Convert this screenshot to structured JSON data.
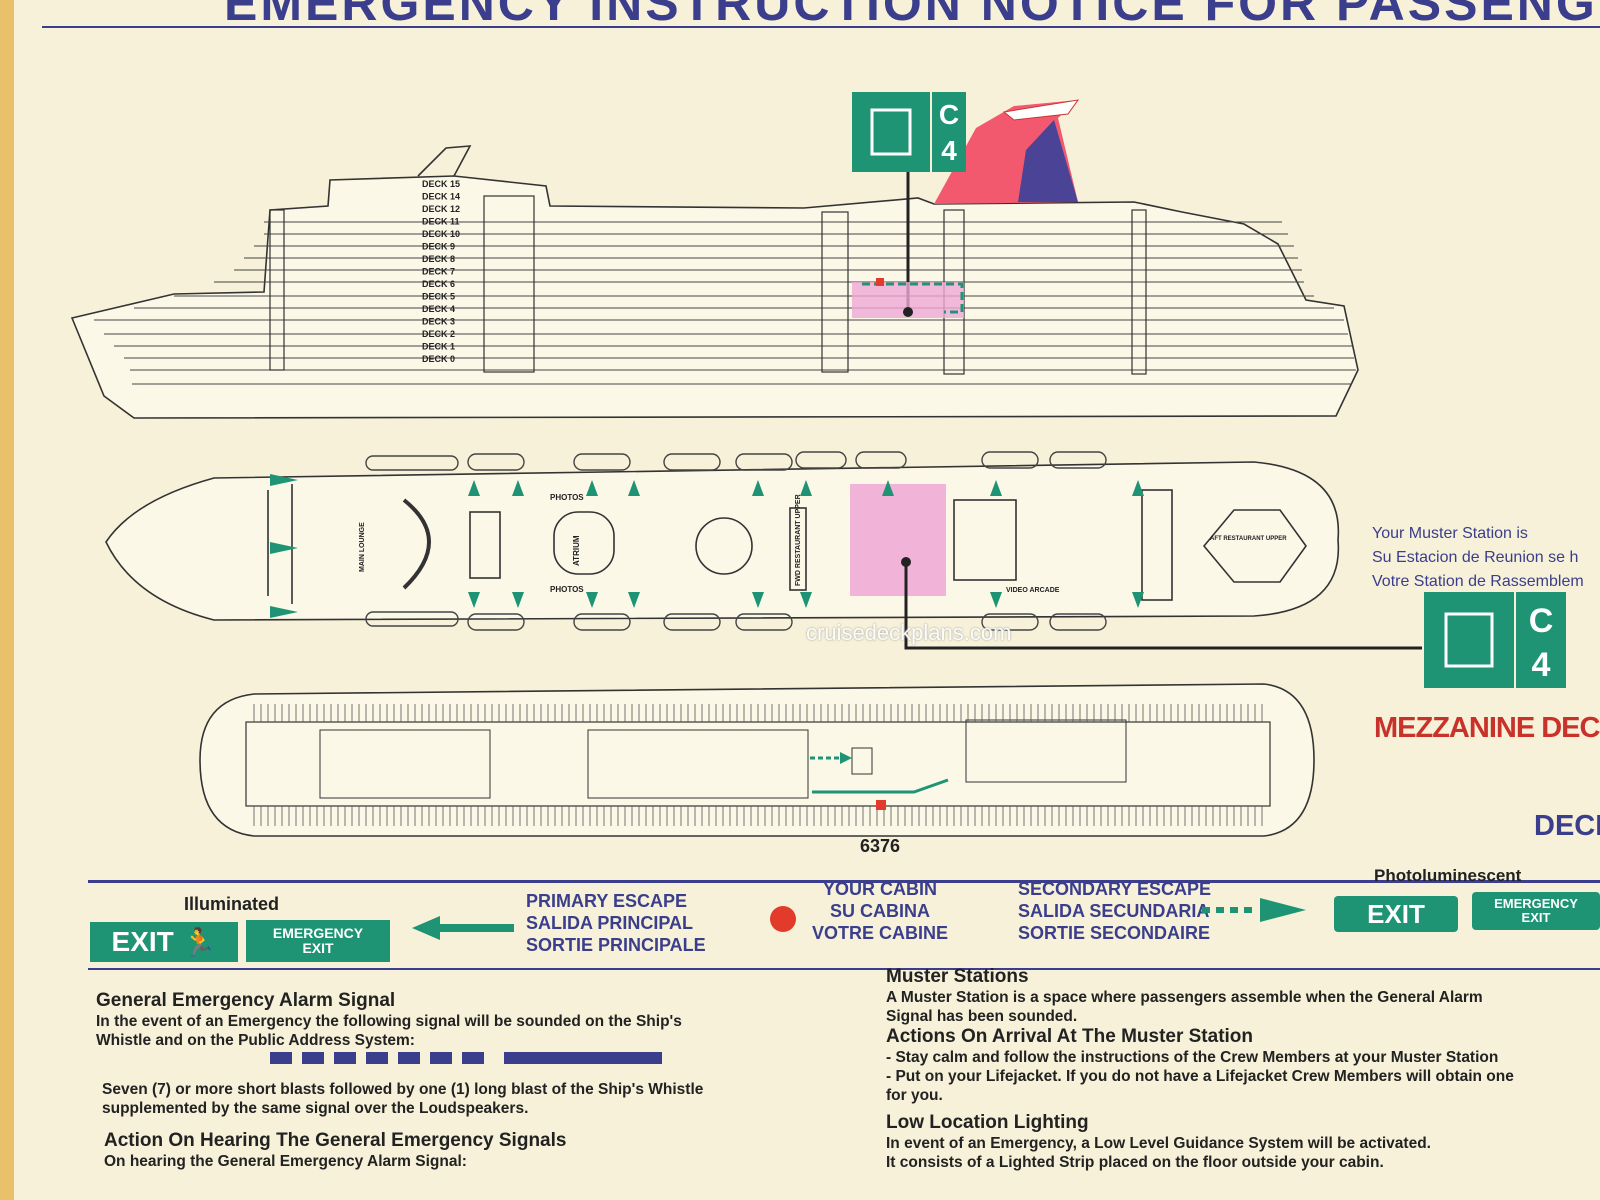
{
  "title": "EMERGENCY INSTRUCTION NOTICE FOR PASSENGERS",
  "muster_sign": {
    "station": "C",
    "number": "4"
  },
  "deck_labels": [
    "DECK 15",
    "DECK 14",
    "DECK 12",
    "DECK 11",
    "DECK 10",
    "DECK 9",
    "DECK 8",
    "DECK 7",
    "DECK 6",
    "DECK 5",
    "DECK 4",
    "DECK 3",
    "DECK 2",
    "DECK 1",
    "DECK 0"
  ],
  "plan_labels": {
    "main_lounge": "MAIN LOUNGE",
    "photos_top": "PHOTOS",
    "atrium": "ATRIUM",
    "photos_bottom": "PHOTOS",
    "fwd_restaurant": "FWD RESTAURANT UPPER",
    "video_arcade": "VIDEO ARCADE",
    "aft_restaurant": "AFT RESTAURANT UPPER"
  },
  "muster_station_lines": [
    "Your Muster Station is",
    "Su Estacion de Reunion se h",
    "Votre Station de Rassemblem"
  ],
  "mezzanine_deck": "MEZZANINE DECK",
  "deck_cut": "DECK",
  "cabin_number": "6376",
  "watermark": "cruisedeckplans.com",
  "legend": {
    "illuminated": "Illuminated",
    "exit": "EXIT",
    "emergency_exit_line1": "EMERGENCY",
    "emergency_exit_line2": "EXIT",
    "primary_escape": [
      "PRIMARY ESCAPE",
      "SALIDA PRINCIPAL",
      "SORTIE PRINCIPALE"
    ],
    "your_cabin": [
      "YOUR CABIN",
      "SU CABINA",
      "VOTRE CABINE"
    ],
    "secondary_escape": [
      "SECONDARY ESCAPE",
      "SALIDA SECUNDARIA",
      "SORTIE SECONDAIRE"
    ],
    "photoluminescent": "Photoluminescent"
  },
  "alarm": {
    "heading": "General Emergency Alarm Signal",
    "lines": [
      "In the event of an Emergency the following signal will be sounded on the Ship's",
      "Whistle and on the Public Address System:"
    ],
    "short_blasts": 7,
    "long_blasts": 1,
    "desc": [
      "Seven (7) or more short blasts followed by one (1) long blast of the Ship's Whistle",
      "supplemented by the same signal over the Loudspeakers."
    ]
  },
  "action_hearing": {
    "heading": "Action On Hearing The General Emergency Signals",
    "line": "On hearing the General Emergency Alarm Signal:"
  },
  "muster_stations": {
    "heading": "Muster Stations",
    "lines": [
      "A Muster Station is a space where passengers assemble when the General Alarm",
      "Signal has been sounded."
    ]
  },
  "arrival": {
    "heading": "Actions On Arrival At The Muster Station",
    "lines": [
      "- Stay calm and follow the instructions of the Crew Members at your Muster Station",
      "- Put on your Lifejacket. If you do not have a Lifejacket Crew Members will obtain one",
      "for you."
    ]
  },
  "low_lighting": {
    "heading": "Low  Location Lighting",
    "lines": [
      "In event of an Emergency, a Low Level Guidance System will be activated.",
      "It consists of a Lighted Strip placed on the floor outside your cabin."
    ]
  },
  "colors": {
    "navy": "#3b3e8c",
    "green": "#1e9474",
    "red": "#e23b2c",
    "pink": "#f0a7d6",
    "poster": "#f6f1d8"
  }
}
